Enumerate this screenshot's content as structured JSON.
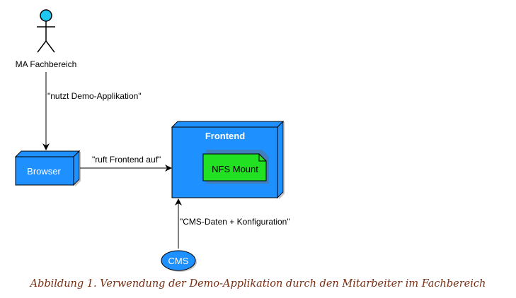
{
  "diagram": {
    "actor": {
      "label": "MA Fachbereich",
      "color": "#1ec8f0"
    },
    "nodes": {
      "browser": {
        "label": "Browser",
        "color": "#1e90ff"
      },
      "frontend": {
        "label": "Frontend",
        "color": "#1e90ff"
      },
      "nfs_mount": {
        "label": "NFS Mount",
        "color": "#22e022"
      },
      "cms": {
        "label": "CMS",
        "color": "#1e90ff"
      }
    },
    "edges": {
      "actor_to_browser": "\"nutzt Demo-Applikation\"",
      "browser_to_frontend": "\"ruft Frontend auf\"",
      "cms_to_frontend": "\"CMS-Daten + Konfiguration\""
    }
  },
  "caption": "Abbildung 1. Verwendung der Demo-Applikation durch den Mitarbeiter im Fachbereich"
}
